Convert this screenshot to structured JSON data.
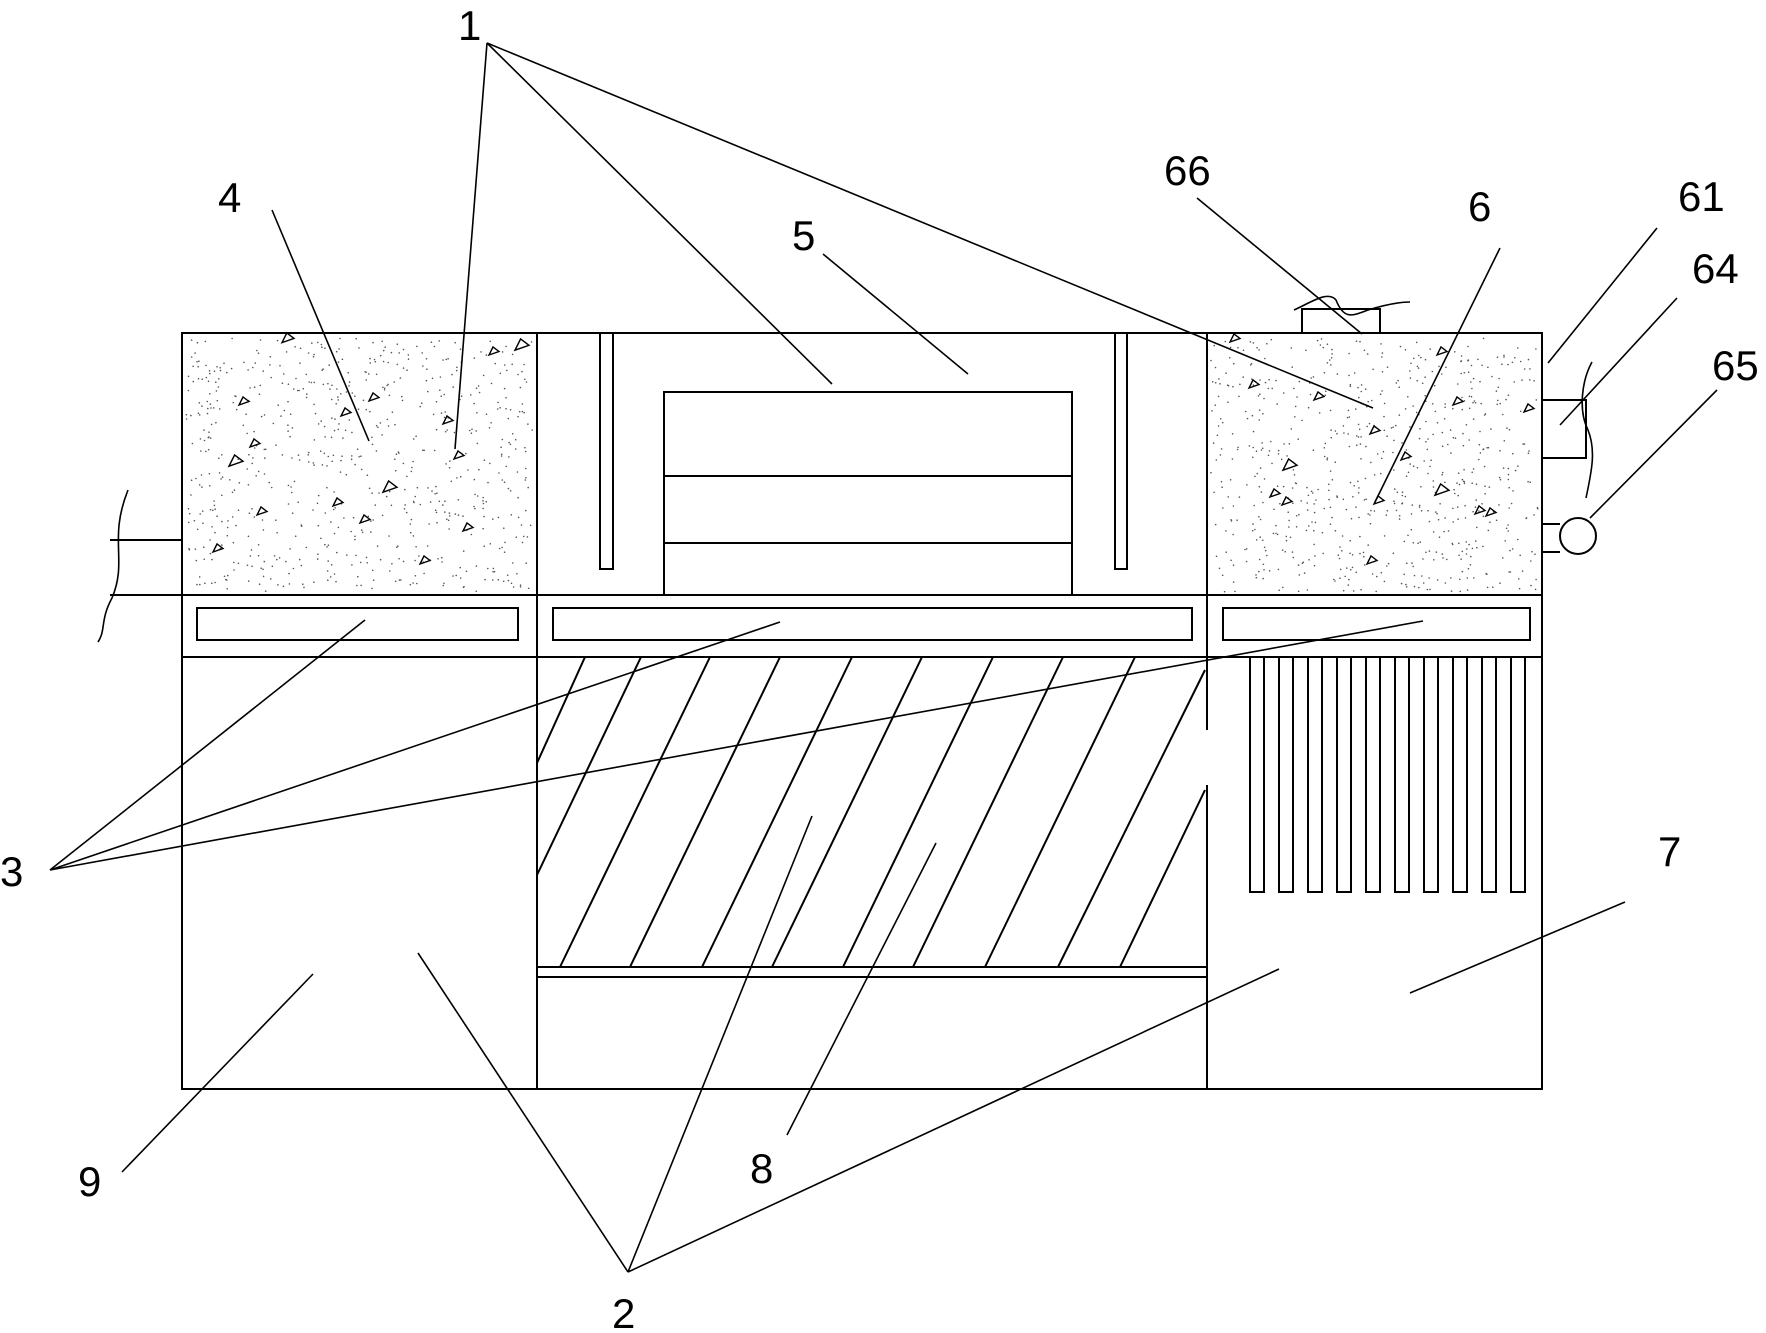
{
  "labels": {
    "l1": "1",
    "l2": "2",
    "l3": "3",
    "l4": "4",
    "l5": "5",
    "l6": "6",
    "l7": "7",
    "l8": "8",
    "l9": "9",
    "l61": "61",
    "l64": "64",
    "l65": "65",
    "l66": "66"
  }
}
